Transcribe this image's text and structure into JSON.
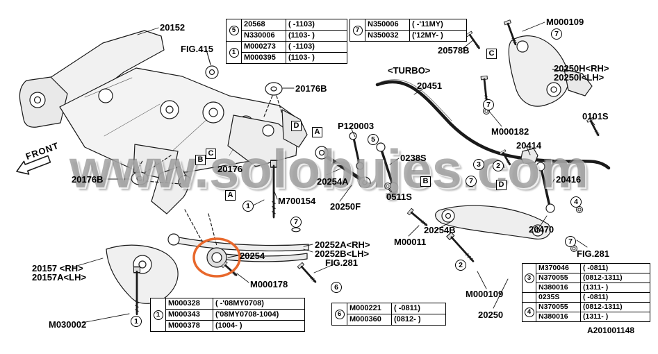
{
  "watermark": "www.solobujes.com",
  "front_label": "FRONT",
  "doc_number": "A201001148",
  "balloon_numbers": {
    "n1": "1",
    "n2": "2",
    "n3": "3",
    "n4": "4",
    "n5": "5",
    "n6": "6",
    "n7": "7"
  },
  "connector_letters": {
    "A": "A",
    "B": "B",
    "C": "C",
    "D": "D"
  },
  "labels": {
    "p20152": "20152",
    "fig415": "FIG.415",
    "p20176b_top": "20176B",
    "turbo": "<TURBO>",
    "p20451": "20451",
    "p20578b": "20578B",
    "m000109_top": "M000109",
    "p20250h": "20250H<RH>",
    "p20250i": "20250I<LH>",
    "p0101s": "0101S",
    "m000182": "M000182",
    "p20414": "20414",
    "p120003": "P120003",
    "p0238s": "0238S",
    "p20416": "20416",
    "p20176b_left": "20176B",
    "p20176": "20176",
    "p20254a": "20254A",
    "m700154": "M700154",
    "p20250f": "20250F",
    "p0511s": "0511S",
    "m00011": "M00011",
    "p20254b": "20254B",
    "p20470": "20470",
    "fig281_right": "FIG.281",
    "p20252a": "20252A<RH>",
    "p20252b": "20252B<LH>",
    "fig281_mid": "FIG.281",
    "p20254": "20254",
    "m000178": "M000178",
    "p20157": "20157 <RH>",
    "p20157a": "20157A<LH>",
    "m030002": "M030002",
    "m000109_bottom": "M000109",
    "p20250": "20250"
  },
  "tables": {
    "top_left": {
      "groups": [
        {
          "marker": "5",
          "rows": [
            [
              "20568",
              "( -1103)"
            ],
            [
              "N330006",
              "(1103- )"
            ]
          ]
        },
        {
          "marker": "1",
          "rows": [
            [
              "M000273",
              "( -1103)"
            ],
            [
              "M000395",
              "(1103- )"
            ]
          ]
        }
      ]
    },
    "top_right": {
      "groups": [
        {
          "marker": "7",
          "rows": [
            [
              "N350006",
              "( -'11MY)"
            ],
            [
              "N350032",
              "('12MY- )"
            ]
          ]
        }
      ]
    },
    "bottom_left": {
      "groups": [
        {
          "marker": "1",
          "rows": [
            [
              "M000328",
              "( -'08MY0708)"
            ],
            [
              "M000343",
              "('08MY0708-1004)"
            ],
            [
              "M000378",
              "(1004- )"
            ]
          ]
        }
      ]
    },
    "bottom_mid": {
      "groups": [
        {
          "marker": "6",
          "rows": [
            [
              "M000221",
              "( -0811)"
            ],
            [
              "M000360",
              "(0812- )"
            ]
          ]
        }
      ]
    },
    "right": {
      "groups": [
        {
          "marker": "3",
          "rows": [
            [
              "M370046",
              "( -0811)"
            ],
            [
              "N370055",
              "(0812-1311)"
            ],
            [
              "N380016",
              "(1311- )"
            ]
          ]
        },
        {
          "marker": "",
          "rows": [
            [
              "0235S",
              "( -0811)"
            ]
          ]
        },
        {
          "marker": "4",
          "rows": [
            [
              "N370055",
              "(0812-1311)"
            ],
            [
              "N380016",
              "(1311- )"
            ]
          ]
        }
      ]
    }
  }
}
